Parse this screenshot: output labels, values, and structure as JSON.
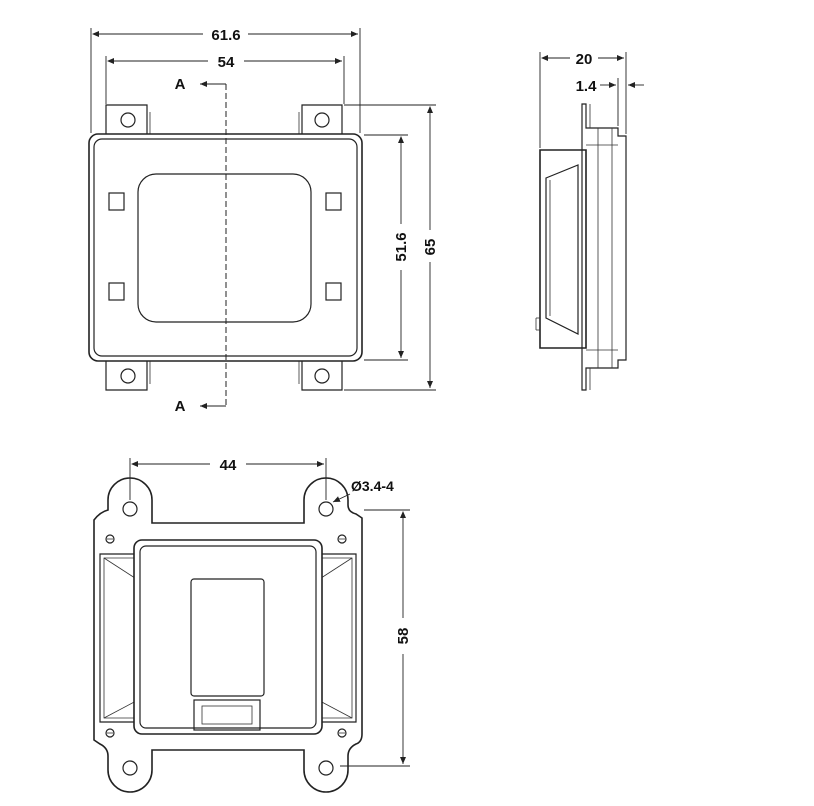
{
  "drawing": {
    "front_view": {
      "overall_width": "61.6",
      "hole_spacing": "54",
      "window_height": "51.6",
      "overall_height": "65",
      "section_label_top": "A",
      "section_label_bottom": "A"
    },
    "side_view": {
      "depth": "20",
      "flange_thickness": "1.4"
    },
    "back_view": {
      "hole_spacing": "44",
      "hole_diameter": "Ø3.4-4",
      "overall_height": "58"
    }
  }
}
